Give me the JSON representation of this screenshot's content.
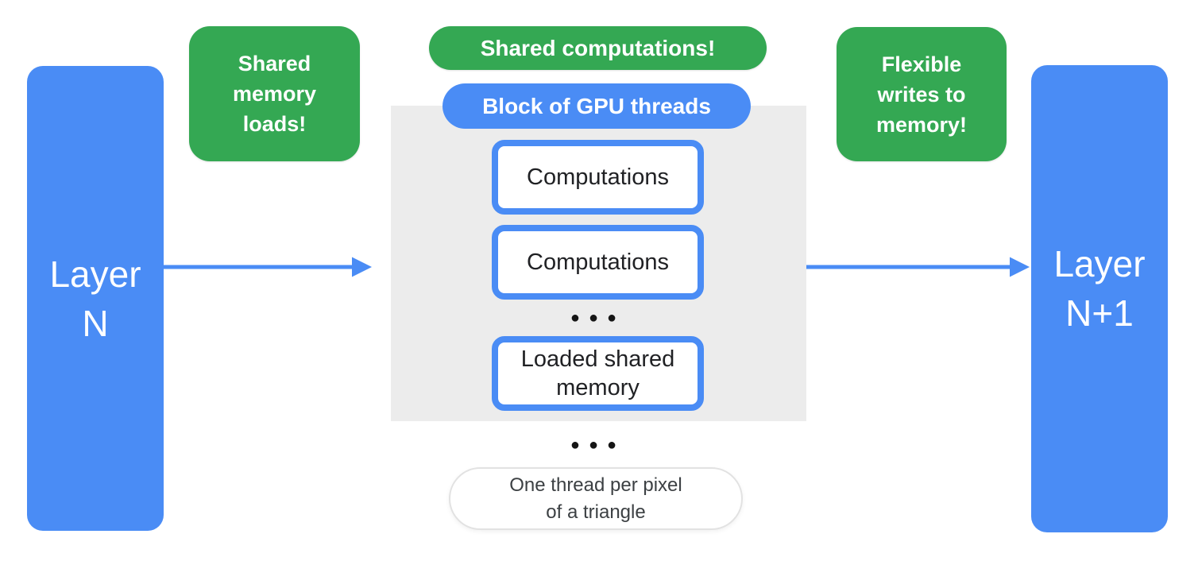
{
  "colors": {
    "blue": "#4A8CF5",
    "green": "#34A853",
    "gray_panel": "#ECECEC",
    "text_dark": "#202124",
    "note_text": "#3C4043",
    "dot": "#151515",
    "pill_border": "#E2E2E2"
  },
  "left_layer": {
    "label": "Layer\nN"
  },
  "right_layer": {
    "label": "Layer\nN+1"
  },
  "callouts": {
    "left": {
      "label": "Shared\nmemory\nloads!"
    },
    "top": {
      "label": "Shared computations!"
    },
    "right": {
      "label": "Flexible\nwrites to\nmemory!"
    }
  },
  "block": {
    "header": "Block of GPU threads",
    "items": [
      "Computations",
      "Computations",
      "Loaded shared\nmemory"
    ],
    "ellipsis": "●●●"
  },
  "footer_note": {
    "ellipsis": "●●●",
    "label": "One thread per pixel\nof a triangle"
  }
}
